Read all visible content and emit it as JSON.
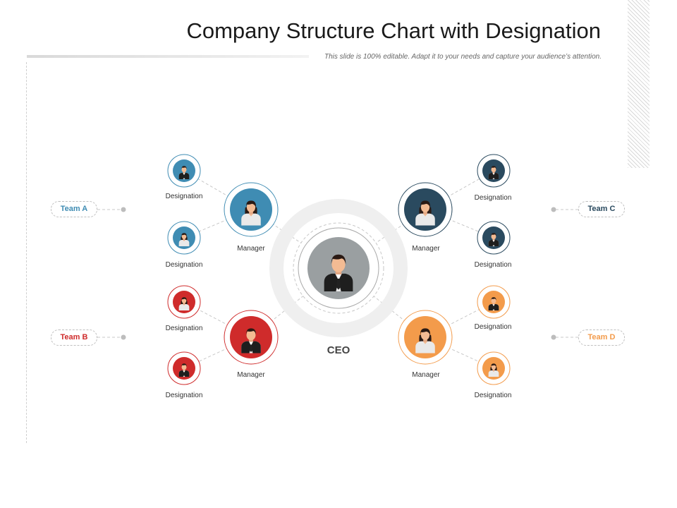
{
  "header": {
    "title": "Company Structure Chart with Designation",
    "subtitle": "This slide is 100% editable. Adapt it to your needs and capture your audience’s attention."
  },
  "ceo": {
    "label": "CEO",
    "color": "#9a9fa1"
  },
  "teams": [
    {
      "name": "Team A",
      "color": "#3f8cb3",
      "manager_label": "Manager",
      "designations": [
        "Designation",
        "Designation"
      ]
    },
    {
      "name": "Team B",
      "color": "#cf2b2b",
      "manager_label": "Manager",
      "designations": [
        "Designation",
        "Designation"
      ]
    },
    {
      "name": "Team C",
      "color": "#2a4a5f",
      "manager_label": "Manager",
      "designations": [
        "Designation",
        "Designation"
      ]
    },
    {
      "name": "Team D",
      "color": "#f39b4b",
      "manager_label": "Manager",
      "designations": [
        "Designation",
        "Designation"
      ]
    }
  ],
  "icons": {
    "ceo": "male-person-icon",
    "team_a": [
      "female-person-icon",
      "male-person-icon",
      "female-person-icon"
    ],
    "team_b": [
      "male-person-icon",
      "female-person-icon",
      "male-person-icon"
    ],
    "team_c": [
      "female-person-icon",
      "male-person-icon",
      "male-person-icon"
    ],
    "team_d": [
      "female-person-icon",
      "male-person-icon",
      "female-person-icon"
    ]
  }
}
